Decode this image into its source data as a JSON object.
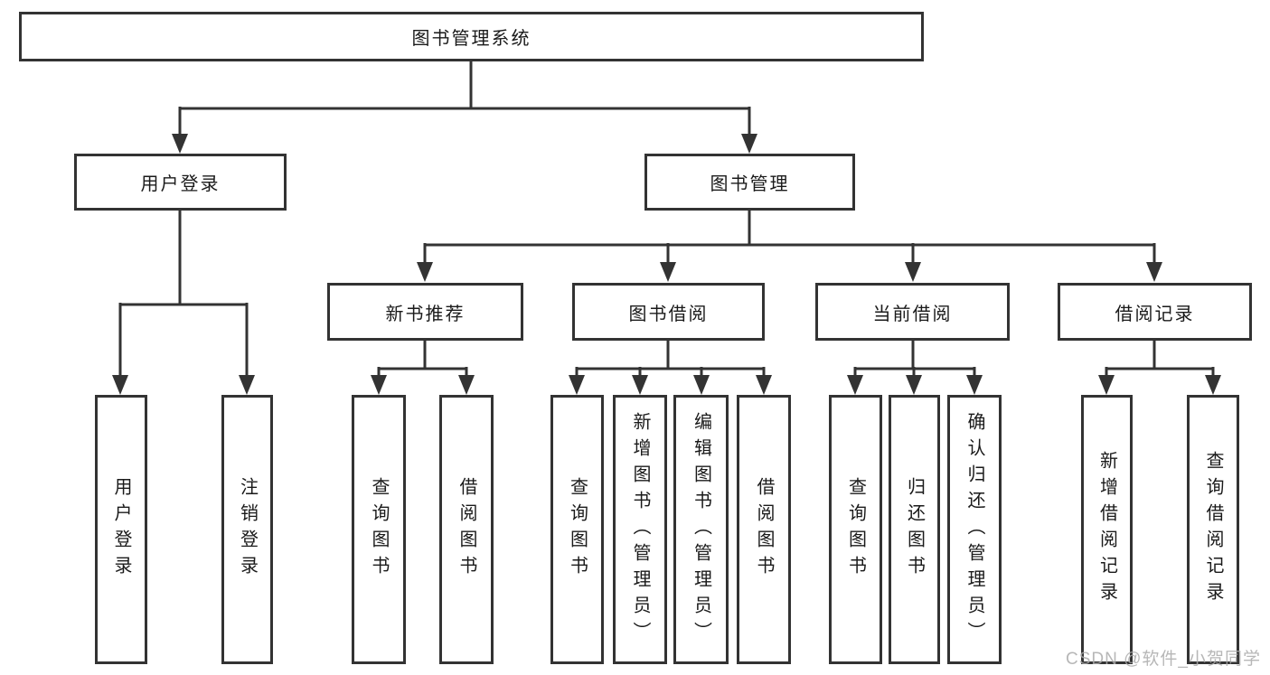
{
  "palette": {
    "line_color": "#333333",
    "box_border_color": "#333333",
    "box_fill_color": "#ffffff",
    "text_color": "#1a1a1a",
    "background_color": "#ffffff",
    "watermark_color": "#aaaaaa"
  },
  "watermark": "CSDN @软件_小贺同学",
  "tree": {
    "root": {
      "label": "图书管理系统"
    },
    "user_login": {
      "label": "用户登录",
      "children": [
        {
          "label": "用户登录"
        },
        {
          "label": "注销登录"
        }
      ]
    },
    "book_mgmt": {
      "label": "图书管理",
      "children": [
        {
          "label": "新书推荐",
          "children": [
            {
              "label": "查询图书"
            },
            {
              "label": "借阅图书"
            }
          ]
        },
        {
          "label": "图书借阅",
          "children": [
            {
              "label": "查询图书"
            },
            {
              "label": "新增图书（管理员）"
            },
            {
              "label": "编辑图书（管理员）"
            },
            {
              "label": "借阅图书"
            }
          ]
        },
        {
          "label": "当前借阅",
          "children": [
            {
              "label": "查询图书"
            },
            {
              "label": "归还图书"
            },
            {
              "label": "确认归还（管理员）"
            }
          ]
        },
        {
          "label": "借阅记录",
          "children": [
            {
              "label": "新增借阅记录"
            },
            {
              "label": "查询借阅记录"
            }
          ]
        }
      ]
    }
  }
}
